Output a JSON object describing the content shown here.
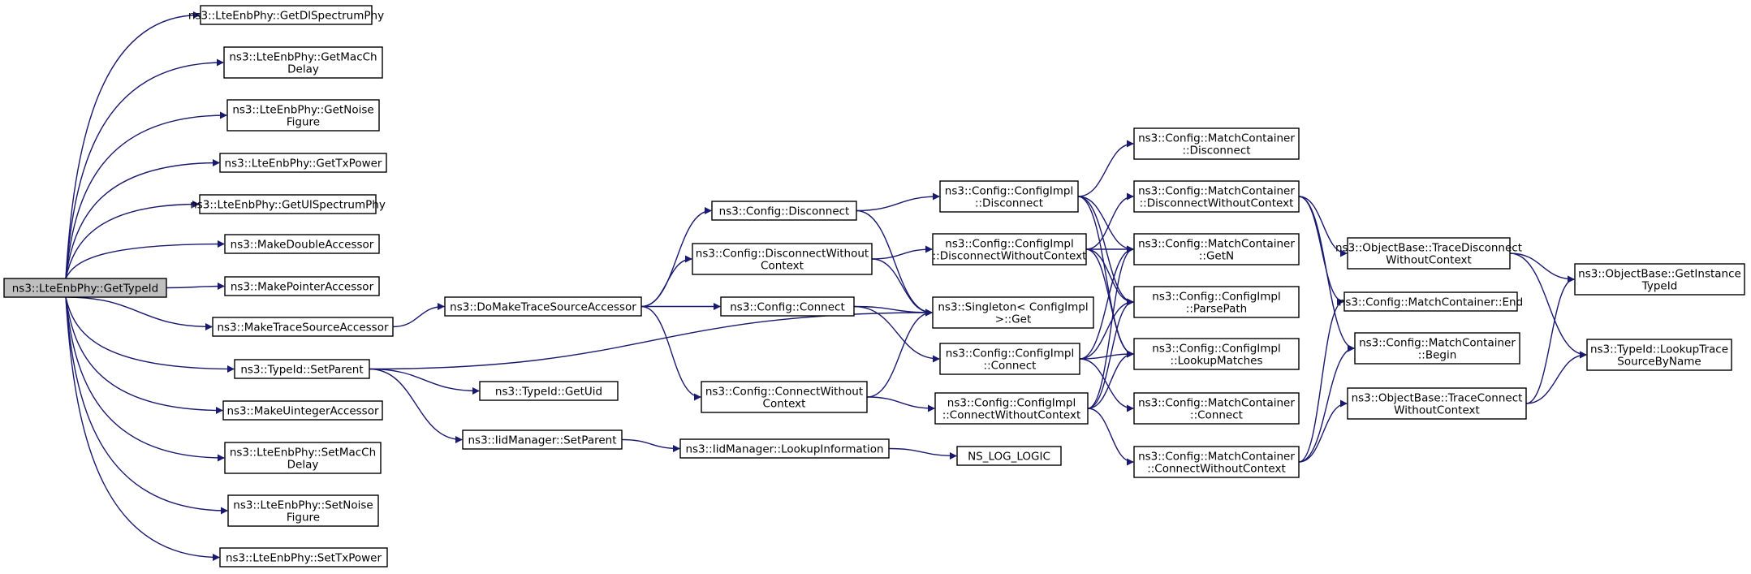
{
  "graph": {
    "nodes": [
      {
        "id": "root",
        "lines": [
          "ns3::LteEnbPhy::GetTypeId"
        ],
        "root": true
      },
      {
        "id": "getdl",
        "lines": [
          "ns3::LteEnbPhy::GetDlSpectrumPhy"
        ]
      },
      {
        "id": "getmacch",
        "lines": [
          "ns3::LteEnbPhy::GetMacCh",
          "Delay"
        ]
      },
      {
        "id": "getnoise",
        "lines": [
          "ns3::LteEnbPhy::GetNoise",
          "Figure"
        ]
      },
      {
        "id": "gettx",
        "lines": [
          "ns3::LteEnbPhy::GetTxPower"
        ]
      },
      {
        "id": "getul",
        "lines": [
          "ns3::LteEnbPhy::GetUlSpectrumPhy"
        ]
      },
      {
        "id": "mkdouble",
        "lines": [
          "ns3::MakeDoubleAccessor"
        ]
      },
      {
        "id": "mkpointer",
        "lines": [
          "ns3::MakePointerAccessor"
        ]
      },
      {
        "id": "mktrace",
        "lines": [
          "ns3::MakeTraceSourceAccessor"
        ]
      },
      {
        "id": "setparent",
        "lines": [
          "ns3::TypeId::SetParent"
        ]
      },
      {
        "id": "mkuint",
        "lines": [
          "ns3::MakeUintegerAccessor"
        ]
      },
      {
        "id": "setmacch",
        "lines": [
          "ns3::LteEnbPhy::SetMacCh",
          "Delay"
        ]
      },
      {
        "id": "setnoise",
        "lines": [
          "ns3::LteEnbPhy::SetNoise",
          "Figure"
        ]
      },
      {
        "id": "settx",
        "lines": [
          "ns3::LteEnbPhy::SetTxPower"
        ]
      },
      {
        "id": "domake",
        "lines": [
          "ns3::DoMakeTraceSourceAccessor"
        ]
      },
      {
        "id": "getuid",
        "lines": [
          "ns3::TypeId::GetUid"
        ]
      },
      {
        "id": "iidsetparent",
        "lines": [
          "ns3::IidManager::SetParent"
        ]
      },
      {
        "id": "cfgdisconnect",
        "lines": [
          "ns3::Config::Disconnect"
        ]
      },
      {
        "id": "cfgdiscwo",
        "lines": [
          "ns3::Config::DisconnectWithout",
          "Context"
        ]
      },
      {
        "id": "cfgconnect",
        "lines": [
          "ns3::Config::Connect"
        ]
      },
      {
        "id": "cfgconnwo",
        "lines": [
          "ns3::Config::ConnectWithout",
          "Context"
        ]
      },
      {
        "id": "lookupinfo",
        "lines": [
          "ns3::IidManager::LookupInformation"
        ]
      },
      {
        "id": "implDisc",
        "lines": [
          "ns3::Config::ConfigImpl",
          "::Disconnect"
        ]
      },
      {
        "id": "implDiscWo",
        "lines": [
          "ns3::Config::ConfigImpl",
          "::DisconnectWithoutContext"
        ]
      },
      {
        "id": "singleton",
        "lines": [
          "ns3::Singleton< ConfigImpl",
          " >::Get"
        ]
      },
      {
        "id": "implConn",
        "lines": [
          "ns3::Config::ConfigImpl",
          "::Connect"
        ]
      },
      {
        "id": "implConnWo",
        "lines": [
          "ns3::Config::ConfigImpl",
          "::ConnectWithoutContext"
        ]
      },
      {
        "id": "nslog",
        "lines": [
          "NS_LOG_LOGIC"
        ]
      },
      {
        "id": "mcDisc",
        "lines": [
          "ns3::Config::MatchContainer",
          "::Disconnect"
        ]
      },
      {
        "id": "mcDiscWo",
        "lines": [
          "ns3::Config::MatchContainer",
          "::DisconnectWithoutContext"
        ]
      },
      {
        "id": "mcGetN",
        "lines": [
          "ns3::Config::MatchContainer",
          "::GetN"
        ]
      },
      {
        "id": "parsepath",
        "lines": [
          "ns3::Config::ConfigImpl",
          "::ParsePath"
        ]
      },
      {
        "id": "lookupmatches",
        "lines": [
          "ns3::Config::ConfigImpl",
          "::LookupMatches"
        ]
      },
      {
        "id": "mcConnect",
        "lines": [
          "ns3::Config::MatchContainer",
          "::Connect"
        ]
      },
      {
        "id": "mcConnWo",
        "lines": [
          "ns3::Config::MatchContainer",
          "::ConnectWithoutContext"
        ]
      },
      {
        "id": "obTraceDisc",
        "lines": [
          "ns3::ObjectBase::TraceDisconnect",
          "WithoutContext"
        ]
      },
      {
        "id": "mcEnd",
        "lines": [
          "ns3::Config::MatchContainer::End"
        ]
      },
      {
        "id": "mcBegin",
        "lines": [
          "ns3::Config::MatchContainer",
          "::Begin"
        ]
      },
      {
        "id": "obTraceConn",
        "lines": [
          "ns3::ObjectBase::TraceConnect",
          "WithoutContext"
        ]
      },
      {
        "id": "obGetInst",
        "lines": [
          "ns3::ObjectBase::GetInstance",
          "TypeId"
        ]
      },
      {
        "id": "lookuptrace",
        "lines": [
          "ns3::TypeId::LookupTrace",
          "SourceByName"
        ]
      }
    ],
    "edges": [
      [
        "root",
        "getdl"
      ],
      [
        "root",
        "getmacch"
      ],
      [
        "root",
        "getnoise"
      ],
      [
        "root",
        "gettx"
      ],
      [
        "root",
        "getul"
      ],
      [
        "root",
        "mkdouble"
      ],
      [
        "root",
        "mkpointer"
      ],
      [
        "root",
        "mktrace"
      ],
      [
        "root",
        "setparent"
      ],
      [
        "root",
        "mkuint"
      ],
      [
        "root",
        "setmacch"
      ],
      [
        "root",
        "setnoise"
      ],
      [
        "root",
        "settx"
      ],
      [
        "mktrace",
        "domake"
      ],
      [
        "setparent",
        "singleton"
      ],
      [
        "setparent",
        "getuid"
      ],
      [
        "setparent",
        "iidsetparent"
      ],
      [
        "iidsetparent",
        "lookupinfo"
      ],
      [
        "lookupinfo",
        "nslog"
      ],
      [
        "domake",
        "cfgdisconnect"
      ],
      [
        "domake",
        "cfgdiscwo"
      ],
      [
        "domake",
        "cfgconnect"
      ],
      [
        "domake",
        "cfgconnwo"
      ],
      [
        "cfgdisconnect",
        "implDisc"
      ],
      [
        "cfgdisconnect",
        "singleton"
      ],
      [
        "cfgdiscwo",
        "implDiscWo"
      ],
      [
        "cfgdiscwo",
        "singleton"
      ],
      [
        "cfgconnect",
        "singleton"
      ],
      [
        "cfgconnect",
        "implConn"
      ],
      [
        "cfgconnwo",
        "singleton"
      ],
      [
        "cfgconnwo",
        "implConnWo"
      ],
      [
        "implDisc",
        "mcDisc"
      ],
      [
        "implDisc",
        "mcGetN"
      ],
      [
        "implDisc",
        "parsepath"
      ],
      [
        "implDisc",
        "lookupmatches"
      ],
      [
        "implDiscWo",
        "mcDiscWo"
      ],
      [
        "implDiscWo",
        "mcGetN"
      ],
      [
        "implDiscWo",
        "parsepath"
      ],
      [
        "implDiscWo",
        "lookupmatches"
      ],
      [
        "implConn",
        "mcGetN"
      ],
      [
        "implConn",
        "parsepath"
      ],
      [
        "implConn",
        "lookupmatches"
      ],
      [
        "implConn",
        "mcConnect"
      ],
      [
        "implConnWo",
        "mcGetN"
      ],
      [
        "implConnWo",
        "parsepath"
      ],
      [
        "implConnWo",
        "lookupmatches"
      ],
      [
        "implConnWo",
        "mcConnWo"
      ],
      [
        "mcDiscWo",
        "obTraceDisc"
      ],
      [
        "mcDiscWo",
        "mcEnd"
      ],
      [
        "mcDiscWo",
        "mcBegin"
      ],
      [
        "mcConnWo",
        "mcEnd"
      ],
      [
        "mcConnWo",
        "mcBegin"
      ],
      [
        "mcConnWo",
        "obTraceConn"
      ],
      [
        "obTraceDisc",
        "obGetInst"
      ],
      [
        "obTraceDisc",
        "lookuptrace"
      ],
      [
        "obTraceConn",
        "obGetInst"
      ],
      [
        "obTraceConn",
        "lookuptrace"
      ]
    ]
  }
}
